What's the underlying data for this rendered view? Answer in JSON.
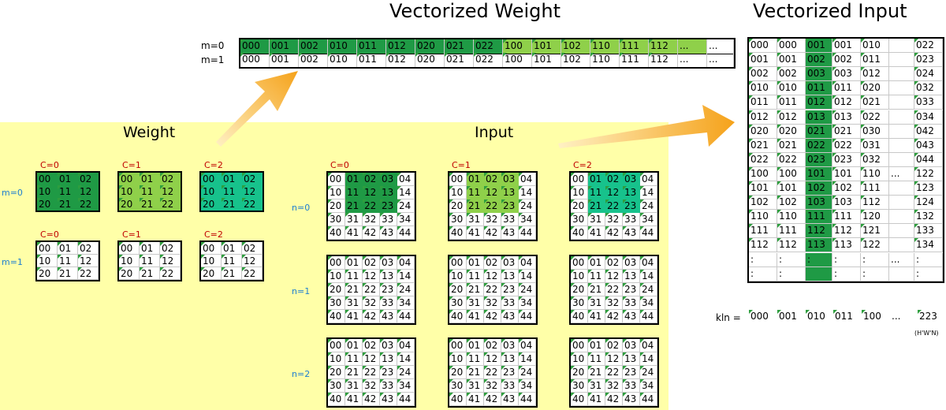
{
  "titles": {
    "vectorized_weight": "Vectorized Weight",
    "vectorized_input": "Vectorized Input",
    "weight": "Weight",
    "input": "Input"
  },
  "colors": {
    "dark_green": "#1f9a45",
    "light_green": "#8fd04a",
    "teal": "#17c28c",
    "yellow_bg": "#ffffa8",
    "arrow": "#f6a823",
    "corner_mark": "#2e9e3e"
  },
  "weight": {
    "channel_labels": [
      "C=0",
      "C=1",
      "C=2"
    ],
    "filter_labels": [
      "m=0",
      "m=1"
    ],
    "grid": [
      [
        "00",
        "01",
        "02"
      ],
      [
        "10",
        "11",
        "12"
      ],
      [
        "20",
        "21",
        "22"
      ]
    ]
  },
  "input": {
    "channel_labels": [
      "C=0",
      "C=1",
      "C=2"
    ],
    "batch_labels": [
      "n=0",
      "n=1",
      "n=2"
    ],
    "grid": [
      [
        "00",
        "01",
        "02",
        "03",
        "04"
      ],
      [
        "10",
        "11",
        "12",
        "13",
        "14"
      ],
      [
        "20",
        "21",
        "22",
        "23",
        "24"
      ],
      [
        "30",
        "31",
        "32",
        "33",
        "34"
      ],
      [
        "40",
        "41",
        "42",
        "43",
        "44"
      ]
    ]
  },
  "vectorized_weight": {
    "row_labels": [
      "m=0",
      "m=1"
    ],
    "cells": [
      "000",
      "001",
      "002",
      "010",
      "011",
      "012",
      "020",
      "021",
      "022",
      "100",
      "101",
      "102",
      "110",
      "111",
      "112",
      "...",
      "..."
    ]
  },
  "vectorized_input": {
    "rows": [
      [
        "000",
        "000",
        "001",
        "001",
        "010",
        "",
        "022"
      ],
      [
        "001",
        "001",
        "002",
        "002",
        "011",
        "",
        "023"
      ],
      [
        "002",
        "002",
        "003",
        "003",
        "012",
        "",
        "024"
      ],
      [
        "010",
        "010",
        "011",
        "011",
        "020",
        "",
        "032"
      ],
      [
        "011",
        "011",
        "012",
        "012",
        "021",
        "",
        "033"
      ],
      [
        "012",
        "012",
        "013",
        "013",
        "022",
        "",
        "034"
      ],
      [
        "020",
        "020",
        "021",
        "021",
        "030",
        "",
        "042"
      ],
      [
        "021",
        "021",
        "022",
        "022",
        "031",
        "",
        "043"
      ],
      [
        "022",
        "022",
        "023",
        "023",
        "032",
        "",
        "044"
      ],
      [
        "100",
        "100",
        "101",
        "101",
        "110",
        "...",
        "122"
      ],
      [
        "101",
        "101",
        "102",
        "102",
        "111",
        "",
        "123"
      ],
      [
        "102",
        "102",
        "103",
        "103",
        "112",
        "",
        "124"
      ],
      [
        "110",
        "110",
        "111",
        "111",
        "120",
        "",
        "132"
      ],
      [
        "111",
        "111",
        "112",
        "112",
        "121",
        "",
        "133"
      ],
      [
        "112",
        "112",
        "113",
        "113",
        "122",
        "",
        "134"
      ],
      [
        ":",
        ":",
        ":",
        ":",
        ":",
        "...",
        ":"
      ],
      [
        ":",
        ":",
        "",
        ":",
        ":",
        "",
        ":"
      ]
    ],
    "kln_label": "kln =",
    "kln_values": [
      "000",
      "001",
      "010",
      "011",
      "100",
      "...",
      "223"
    ],
    "footnote": "(H'W'N)"
  }
}
